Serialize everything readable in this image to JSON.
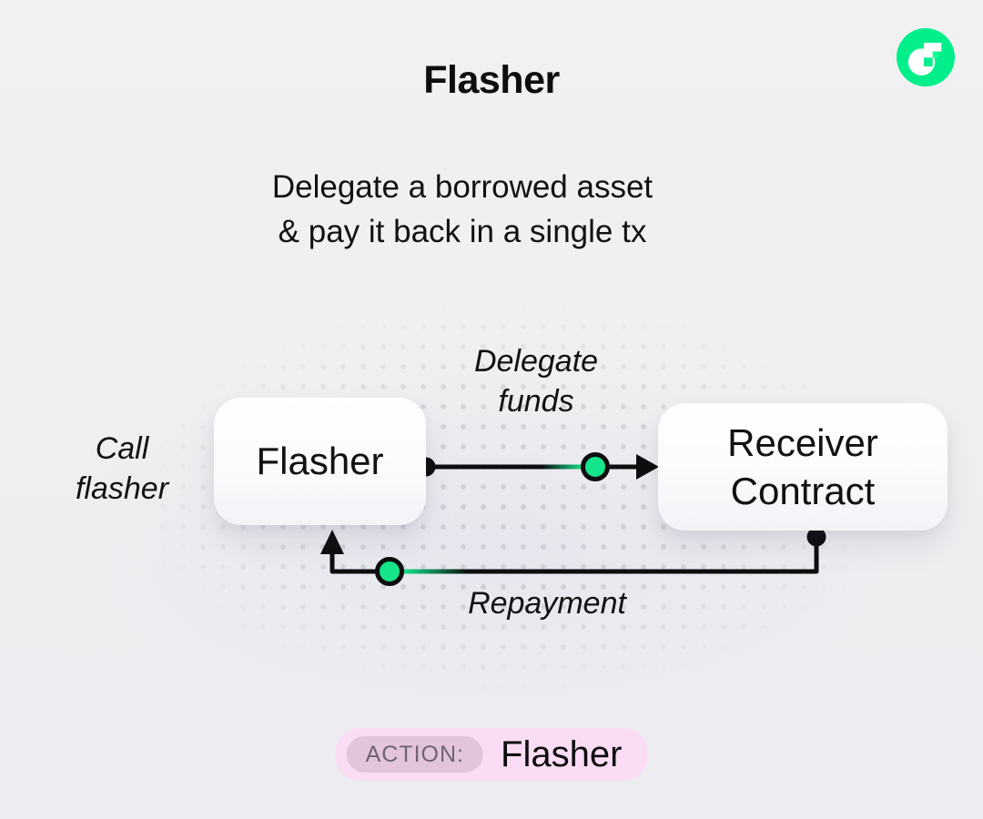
{
  "header": {
    "title": "Flasher",
    "subtitle_line1": "Delegate a borrowed asset",
    "subtitle_line2": "& pay it back in a single tx"
  },
  "logo": {
    "name": "Flow"
  },
  "diagram": {
    "flasher_label": "Flasher",
    "receiver_line1": "Receiver",
    "receiver_line2": "Contract",
    "call_line1": "Call",
    "call_line2": "flasher",
    "delegate_line1": "Delegate",
    "delegate_line2": "funds",
    "repayment_label": "Repayment"
  },
  "action_badge": {
    "label": "ACTION:",
    "value": "Flasher"
  },
  "colors": {
    "background": "#EFEFF1",
    "text": "#0E0E10",
    "accent_green": "#15E58A",
    "logo_green": "#00EF8B",
    "logo_light_green": "#16FF99",
    "badge_bg": "#FADDF5",
    "badge_chip_bg": "#E2C5DD",
    "badge_label_text": "#6F6372",
    "node_bg": "#FFFFFF",
    "dot_color": "#D6D6DA"
  }
}
